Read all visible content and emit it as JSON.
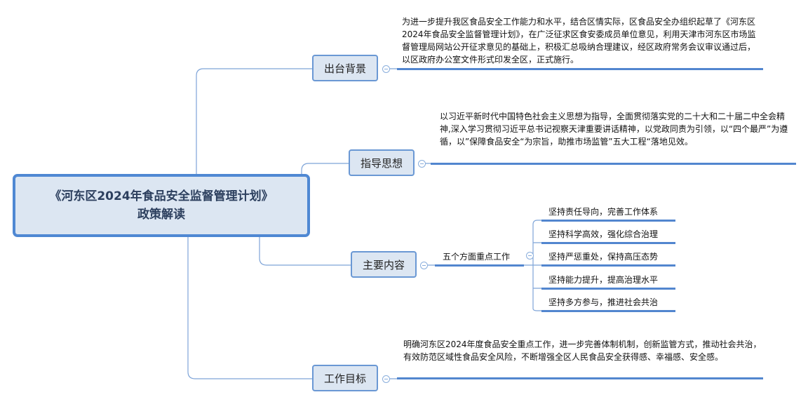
{
  "root": {
    "line1": "《河东区2024年食品安全监督管理计划》",
    "line2": "政策解读"
  },
  "topics": [
    {
      "label": "出台背景",
      "text": "为进一步提升我区食品安全工作能力和水平，结合区情实际，区食品安全办组织起草了《河东区2024年食品安全监督管理计划》，在广泛征求区食安委成员单位意见，利用天津市河东区市场监督管理局网站公开征求意见的基础上，积极汇总吸纳合理建议，经区政府常务会议审议通过后，以区政府办公室文件形式印发全区，正式施行。"
    },
    {
      "label": "指导思想",
      "text": "以习近平新时代中国特色社会主义思想为指导，全面贯彻落实党的二十大和二十届二中全会精神,深入学习贯彻习近平总书记视察天津重要讲话精神，以党政同责为引领，以“四个最严”为遵循，以”保障食品安全“为宗旨，助推市场监管”五大工程“落地见效。"
    },
    {
      "label": "主要内容",
      "sub": "五个方面重点工作",
      "items": [
        "坚持责任导向，完善工作体系",
        "坚持科学高效，强化综合治理",
        "坚持严惩重处，保持高压态势",
        "坚持能力提升，提高治理水平",
        "坚持多方参与，推进社会共治"
      ]
    },
    {
      "label": "工作目标",
      "text": "明确河东区2024年度食品安全重点工作，进一步完善体制机制，创新监管方式，推动社会共治，有效防范区域性食品安全风险，不断增强全区人民食品安全获得感、幸福感、安全感。"
    }
  ],
  "colors": {
    "line": "#6a98d4",
    "underline": "#5286cf",
    "fill": "#dce6f2"
  }
}
